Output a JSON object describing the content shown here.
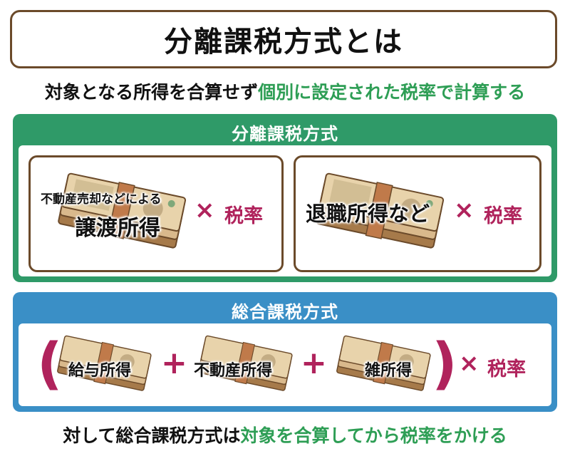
{
  "title": "分離課税方式とは",
  "intro": {
    "plain": "対象となる所得を合算せず",
    "accent": "個別に設定された税率で計算する"
  },
  "separate_panel": {
    "heading": "分離課税方式",
    "cards": [
      {
        "small_label": "不動産売却などによる",
        "large_label": "譲渡所得",
        "operator": "×",
        "rate": "税率"
      },
      {
        "large_label": "退職所得など",
        "operator": "×",
        "rate": "税率"
      }
    ]
  },
  "combined_panel": {
    "heading": "総合課税方式",
    "open_paren": "(",
    "close_paren": ")",
    "items": [
      "給与所得",
      "不動産所得",
      "雑所得"
    ],
    "plus": "+",
    "operator": "×",
    "rate": "税率"
  },
  "outro": {
    "plain": "対して総合課税方式は",
    "accent": "対象を合算してから税率をかける"
  },
  "colors": {
    "green_accent": "#2e9e55",
    "green_panel": "#2f9a68",
    "blue_panel": "#3a8fc6",
    "rate_color": "#b0235c",
    "border_brown": "#6b4a2a"
  },
  "icons": [
    "money-bundle-icon"
  ]
}
